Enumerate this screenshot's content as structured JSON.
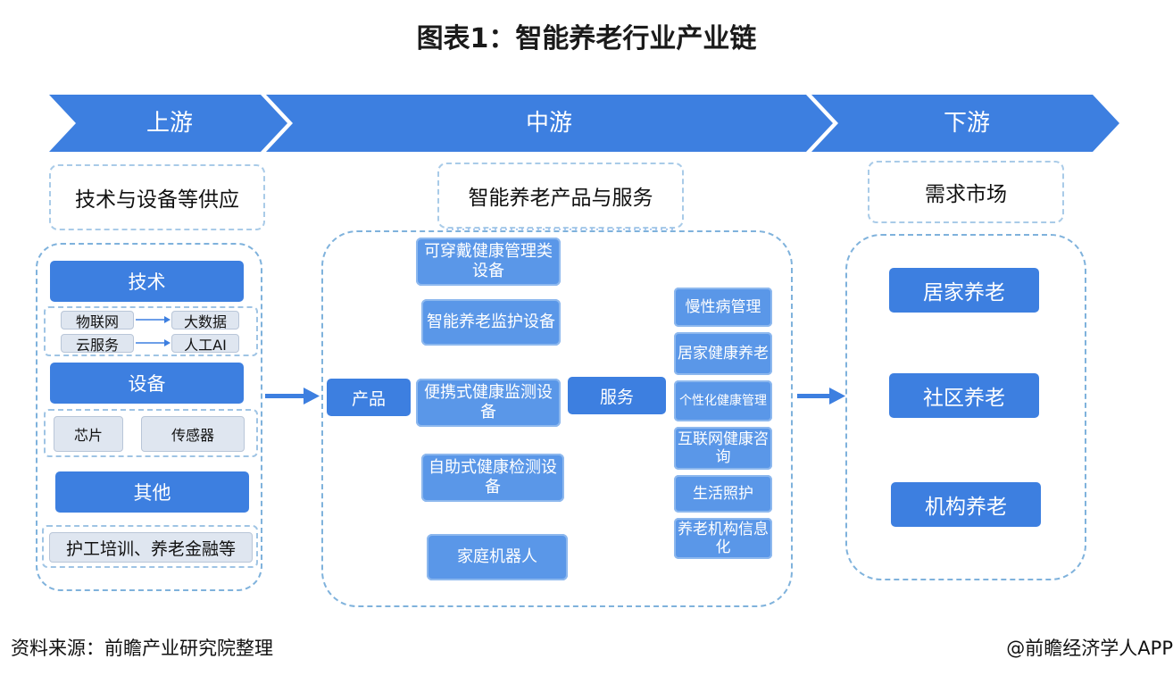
{
  "title": "图表1：智能养老行业产业链",
  "stages": {
    "upstream": "上游",
    "midstream": "中游",
    "downstream": "下游"
  },
  "upstream": {
    "header": "技术与设备等供应",
    "tech_label": "技术",
    "tech_items": {
      "iot": "物联网",
      "big_data": "大数据",
      "cloud": "云服务",
      "ai": "人工AI"
    },
    "device_label": "设备",
    "device_items": {
      "chip": "芯片",
      "sensor": "传感器"
    },
    "other_label": "其他",
    "other_items": "护工培训、养老金融等"
  },
  "midstream": {
    "header": "智能养老产品与服务",
    "product_label": "产品",
    "service_label": "服务",
    "products": [
      "可穿戴健康管理类设备",
      "智能养老监护设备",
      "便携式健康监测设备",
      "自助式健康检测设备",
      "家庭机器人"
    ],
    "services": [
      "慢性病管理",
      "居家健康养老",
      "个性化健康管理",
      "互联网健康咨询",
      "生活照护",
      "养老机构信息化"
    ]
  },
  "downstream": {
    "header": "需求市场",
    "markets": [
      "居家养老",
      "社区养老",
      "机构养老"
    ]
  },
  "footer": {
    "source": "资料来源：前瞻产业研究院整理",
    "credit": "@前瞻经济学人APP"
  },
  "colors": {
    "banner": "#3d7fe0",
    "primary": "#3d7fe0",
    "secondary": "#5a97e8",
    "dash": "#7fb2dc"
  }
}
